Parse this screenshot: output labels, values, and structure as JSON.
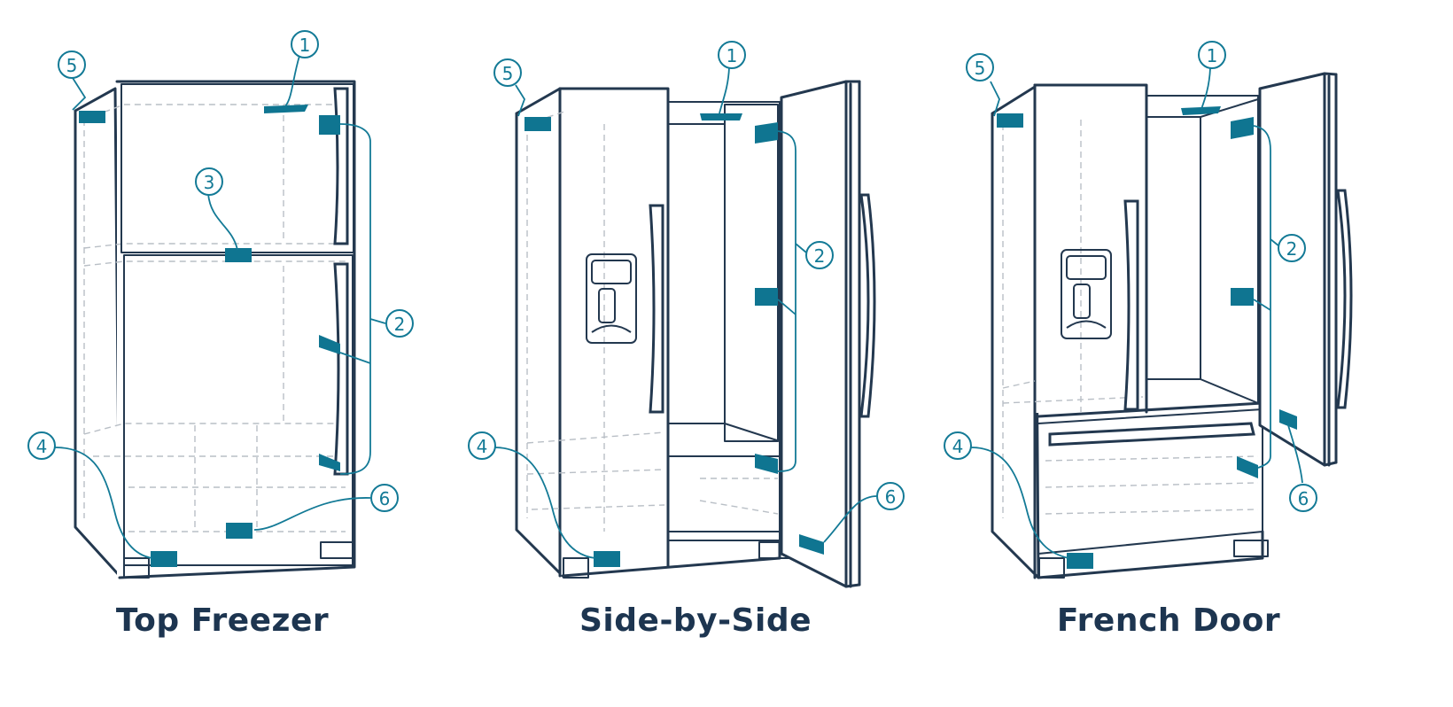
{
  "figure": {
    "panels": [
      {
        "id": "top-freezer",
        "caption": "Top Freezer",
        "markers": [
          "1",
          "2",
          "3",
          "4",
          "5",
          "6"
        ]
      },
      {
        "id": "side-by-side",
        "caption": "Side-by-Side",
        "markers": [
          "1",
          "2",
          "4",
          "5",
          "6"
        ]
      },
      {
        "id": "french-door",
        "caption": "French Door",
        "markers": [
          "1",
          "2",
          "4",
          "5",
          "6"
        ]
      }
    ]
  },
  "colors": {
    "outline": "#23384f",
    "tag": "#0f7591",
    "leader": "#137a96",
    "caption": "#1d3550"
  }
}
